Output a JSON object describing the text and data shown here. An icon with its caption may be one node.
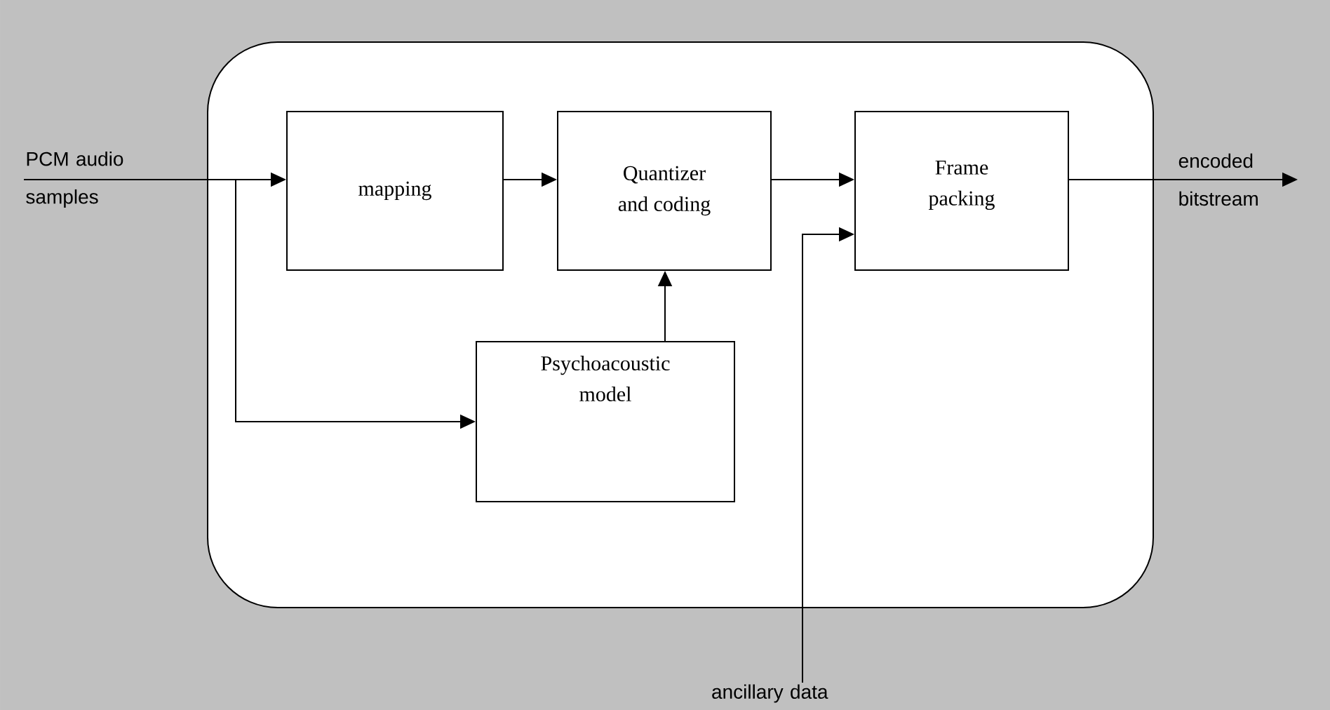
{
  "diagram": {
    "nodes": [
      {
        "text": [],
        "shape": "box"
      },
      {
        "text": [
          "mapping"
        ],
        "in": 0
      },
      {
        "text": [
          "Quantizer and coding"
        ],
        "in": 0
      },
      {
        "text": [
          "Frame packing"
        ],
        "in": 0
      },
      {
        "text": [
          "Psychoacoustic model"
        ],
        "in": 0
      },
      {
        "text": [
          "PCM audio samples"
        ]
      },
      {
        "text": [
          "encoded bitstream"
        ]
      },
      {
        "text": [
          "ancillary data"
        ]
      }
    ],
    "edges": [
      {
        "from": 5,
        "to": 1,
        "arrow": "to"
      },
      {
        "from": 5,
        "to": 4,
        "arrow": "to"
      },
      {
        "from": 1,
        "to": 2,
        "arrow": "to"
      },
      {
        "from": 4,
        "to": 2,
        "arrow": "to"
      },
      {
        "from": 2,
        "to": 3,
        "arrow": "to"
      },
      {
        "from": 7,
        "to": 3,
        "arrow": "to"
      },
      {
        "from": 3,
        "to": 6,
        "arrow": "to"
      }
    ]
  }
}
